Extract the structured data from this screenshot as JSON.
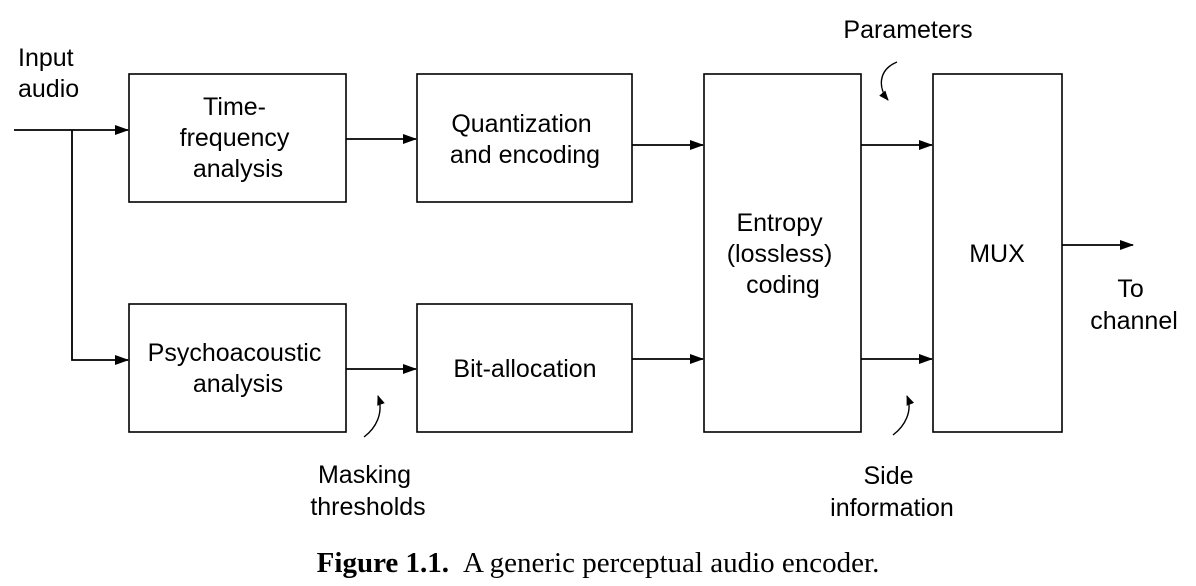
{
  "labels": {
    "input": [
      "Input",
      "audio"
    ],
    "time_frequency": [
      "Time-",
      "frequency",
      "analysis"
    ],
    "quantization": [
      "Quantization",
      "and encoding"
    ],
    "psychoacoustic": [
      "Psychoacoustic",
      "analysis"
    ],
    "bit_allocation": "Bit-allocation",
    "entropy": [
      "Entropy",
      "(lossless)",
      "coding"
    ],
    "mux": "MUX",
    "parameters": "Parameters",
    "masking": [
      "Masking",
      "thresholds"
    ],
    "side_info": [
      "Side",
      "information"
    ],
    "output": [
      "To",
      "channel"
    ]
  },
  "caption": {
    "number": "Figure 1.1.",
    "text": "A generic perceptual audio encoder."
  }
}
